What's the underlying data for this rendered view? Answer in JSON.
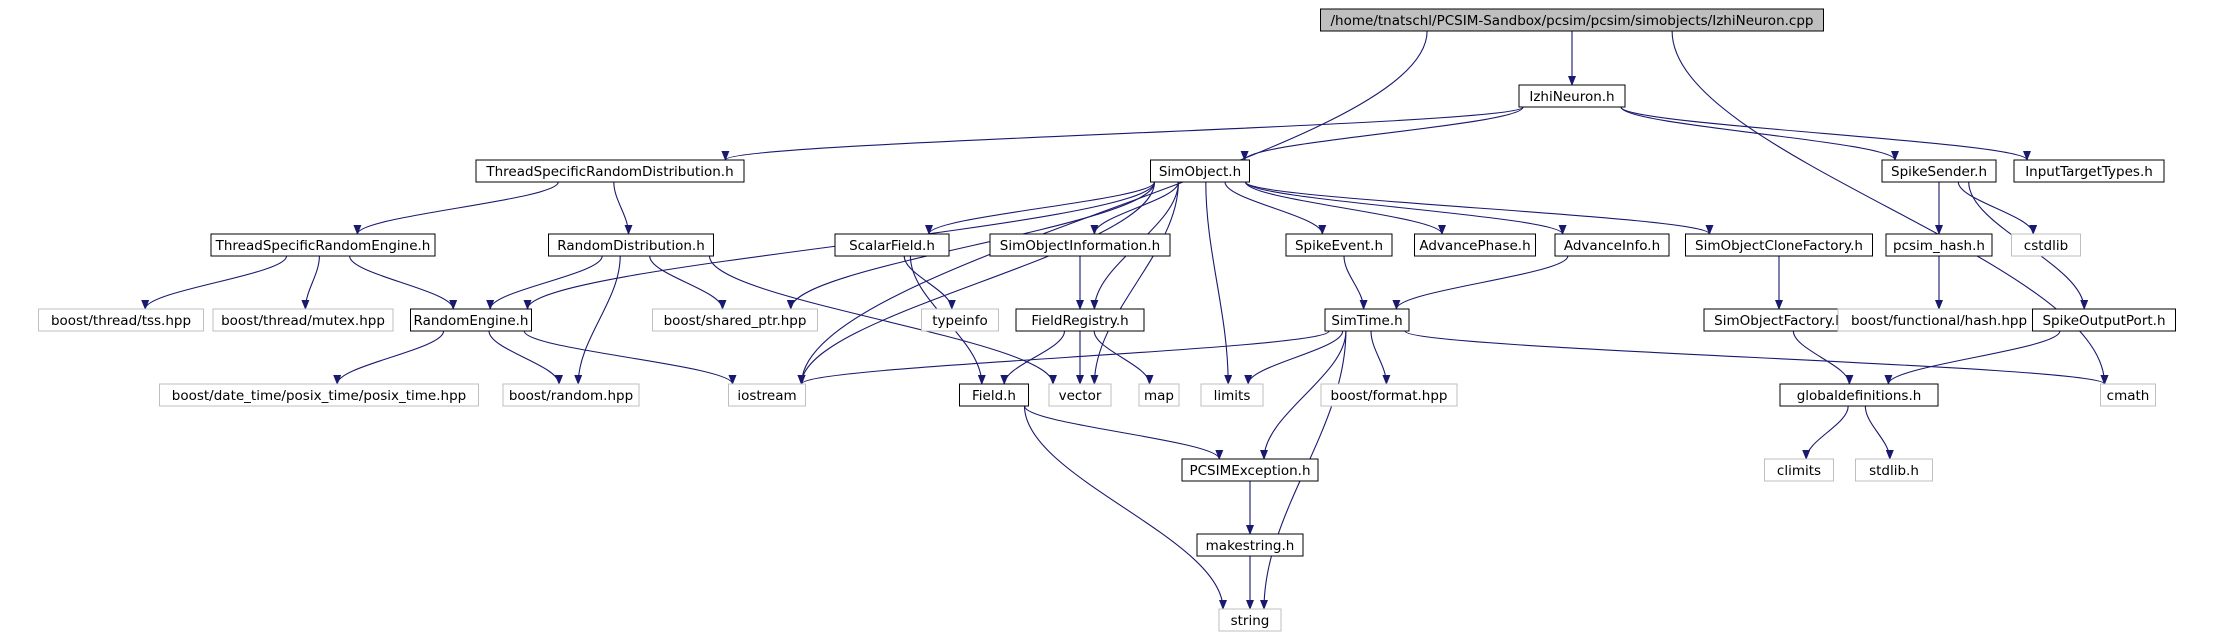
{
  "graph": {
    "colors": {
      "edge": "#191970",
      "box_border": "#000000",
      "external_border": "#bfbfbf",
      "root_fill": "#bfbfbf",
      "text": "#000000"
    },
    "nodes": [
      {
        "id": "root",
        "label": "/home/tnatschl/PCSIM-Sandbox/pcsim/pcsim/simobjects/IzhiNeuron.cpp",
        "kind": "root"
      },
      {
        "id": "izhineuron_h",
        "label": "IzhiNeuron.h",
        "kind": "header"
      },
      {
        "id": "threadspecificrandomdistribution_h",
        "label": "ThreadSpecificRandomDistribution.h",
        "kind": "header"
      },
      {
        "id": "simobject_h",
        "label": "SimObject.h",
        "kind": "header"
      },
      {
        "id": "spikesender_h",
        "label": "SpikeSender.h",
        "kind": "header"
      },
      {
        "id": "inputtargettypes_h",
        "label": "InputTargetTypes.h",
        "kind": "header"
      },
      {
        "id": "threadspecificrandomengine_h",
        "label": "ThreadSpecificRandomEngine.h",
        "kind": "header"
      },
      {
        "id": "randomdistribution_h",
        "label": "RandomDistribution.h",
        "kind": "header"
      },
      {
        "id": "scalarfield_h",
        "label": "ScalarField.h",
        "kind": "header"
      },
      {
        "id": "simobjectinformation_h",
        "label": "SimObjectInformation.h",
        "kind": "header"
      },
      {
        "id": "spikeevent_h",
        "label": "SpikeEvent.h",
        "kind": "header"
      },
      {
        "id": "advancephase_h",
        "label": "AdvancePhase.h",
        "kind": "header"
      },
      {
        "id": "advanceinfo_h",
        "label": "AdvanceInfo.h",
        "kind": "header"
      },
      {
        "id": "simobjectclonefactory_h",
        "label": "SimObjectCloneFactory.h",
        "kind": "header"
      },
      {
        "id": "pcsim_hash_h",
        "label": "pcsim_hash.h",
        "kind": "header"
      },
      {
        "id": "cstdlib",
        "label": "cstdlib",
        "kind": "external"
      },
      {
        "id": "boost_thread_tss_hpp",
        "label": "boost/thread/tss.hpp",
        "kind": "external"
      },
      {
        "id": "boost_thread_mutex_hpp",
        "label": "boost/thread/mutex.hpp",
        "kind": "external"
      },
      {
        "id": "randomengine_h",
        "label": "RandomEngine.h",
        "kind": "header"
      },
      {
        "id": "boost_shared_ptr_hpp",
        "label": "boost/shared_ptr.hpp",
        "kind": "external"
      },
      {
        "id": "typeinfo",
        "label": "typeinfo",
        "kind": "external"
      },
      {
        "id": "fieldregistry_h",
        "label": "FieldRegistry.h",
        "kind": "header"
      },
      {
        "id": "simtime_h",
        "label": "SimTime.h",
        "kind": "header"
      },
      {
        "id": "simobjectfactory_h",
        "label": "SimObjectFactory.h",
        "kind": "header"
      },
      {
        "id": "boost_functional_hash_hpp",
        "label": "boost/functional/hash.hpp",
        "kind": "external"
      },
      {
        "id": "spikeoutputport_h",
        "label": "SpikeOutputPort.h",
        "kind": "header"
      },
      {
        "id": "boost_date_time_hpp",
        "label": "boost/date_time/posix_time/posix_time.hpp",
        "kind": "external"
      },
      {
        "id": "boost_random_hpp",
        "label": "boost/random.hpp",
        "kind": "external"
      },
      {
        "id": "iostream",
        "label": "iostream",
        "kind": "external"
      },
      {
        "id": "field_h",
        "label": "Field.h",
        "kind": "header"
      },
      {
        "id": "vector",
        "label": "vector",
        "kind": "external"
      },
      {
        "id": "map",
        "label": "map",
        "kind": "external"
      },
      {
        "id": "limits",
        "label": "limits",
        "kind": "external"
      },
      {
        "id": "boost_format_hpp",
        "label": "boost/format.hpp",
        "kind": "external"
      },
      {
        "id": "globaldefinitions_h",
        "label": "globaldefinitions.h",
        "kind": "header"
      },
      {
        "id": "cmath",
        "label": "cmath",
        "kind": "external"
      },
      {
        "id": "pcsimexception_h",
        "label": "PCSIMException.h",
        "kind": "header"
      },
      {
        "id": "climits",
        "label": "climits",
        "kind": "external"
      },
      {
        "id": "stdlib_h",
        "label": "stdlib.h",
        "kind": "external"
      },
      {
        "id": "makestring_h",
        "label": "makestring.h",
        "kind": "header"
      },
      {
        "id": "string",
        "label": "string",
        "kind": "external"
      }
    ],
    "edges": [
      {
        "from": "root",
        "to": "izhineuron_h"
      },
      {
        "from": "root",
        "to": "iostream"
      },
      {
        "from": "root",
        "to": "cmath"
      },
      {
        "from": "izhineuron_h",
        "to": "threadspecificrandomdistribution_h"
      },
      {
        "from": "izhineuron_h",
        "to": "simobject_h"
      },
      {
        "from": "izhineuron_h",
        "to": "spikesender_h"
      },
      {
        "from": "izhineuron_h",
        "to": "inputtargettypes_h"
      },
      {
        "from": "threadspecificrandomdistribution_h",
        "to": "threadspecificrandomengine_h"
      },
      {
        "from": "threadspecificrandomdistribution_h",
        "to": "randomdistribution_h"
      },
      {
        "from": "threadspecificrandomengine_h",
        "to": "boost_thread_tss_hpp"
      },
      {
        "from": "threadspecificrandomengine_h",
        "to": "boost_thread_mutex_hpp"
      },
      {
        "from": "threadspecificrandomengine_h",
        "to": "randomengine_h"
      },
      {
        "from": "randomdistribution_h",
        "to": "randomengine_h"
      },
      {
        "from": "randomdistribution_h",
        "to": "boost_shared_ptr_hpp"
      },
      {
        "from": "randomdistribution_h",
        "to": "boost_random_hpp"
      },
      {
        "from": "randomdistribution_h",
        "to": "vector"
      },
      {
        "from": "randomengine_h",
        "to": "boost_date_time_hpp"
      },
      {
        "from": "randomengine_h",
        "to": "boost_random_hpp"
      },
      {
        "from": "randomengine_h",
        "to": "iostream"
      },
      {
        "from": "simobject_h",
        "to": "randomengine_h"
      },
      {
        "from": "simobject_h",
        "to": "boost_shared_ptr_hpp"
      },
      {
        "from": "simobject_h",
        "to": "iostream"
      },
      {
        "from": "simobject_h",
        "to": "scalarfield_h"
      },
      {
        "from": "simobject_h",
        "to": "simobjectinformation_h"
      },
      {
        "from": "simobject_h",
        "to": "fieldregistry_h"
      },
      {
        "from": "simobject_h",
        "to": "vector"
      },
      {
        "from": "simobject_h",
        "to": "limits"
      },
      {
        "from": "simobject_h",
        "to": "spikeevent_h"
      },
      {
        "from": "simobject_h",
        "to": "advancephase_h"
      },
      {
        "from": "simobject_h",
        "to": "advanceinfo_h"
      },
      {
        "from": "simobject_h",
        "to": "simobjectclonefactory_h"
      },
      {
        "from": "scalarfield_h",
        "to": "typeinfo"
      },
      {
        "from": "scalarfield_h",
        "to": "field_h"
      },
      {
        "from": "simobjectinformation_h",
        "to": "fieldregistry_h"
      },
      {
        "from": "fieldregistry_h",
        "to": "field_h"
      },
      {
        "from": "fieldregistry_h",
        "to": "vector"
      },
      {
        "from": "fieldregistry_h",
        "to": "map"
      },
      {
        "from": "spikeevent_h",
        "to": "simtime_h"
      },
      {
        "from": "advanceinfo_h",
        "to": "simtime_h"
      },
      {
        "from": "simtime_h",
        "to": "iostream"
      },
      {
        "from": "simtime_h",
        "to": "limits"
      },
      {
        "from": "simtime_h",
        "to": "boost_format_hpp"
      },
      {
        "from": "simtime_h",
        "to": "pcsimexception_h"
      },
      {
        "from": "simtime_h",
        "to": "string"
      },
      {
        "from": "simtime_h",
        "to": "cmath"
      },
      {
        "from": "field_h",
        "to": "pcsimexception_h"
      },
      {
        "from": "field_h",
        "to": "string"
      },
      {
        "from": "pcsimexception_h",
        "to": "makestring_h"
      },
      {
        "from": "makestring_h",
        "to": "string"
      },
      {
        "from": "simobjectclonefactory_h",
        "to": "simobjectfactory_h"
      },
      {
        "from": "simobjectfactory_h",
        "to": "globaldefinitions_h"
      },
      {
        "from": "spikesender_h",
        "to": "pcsim_hash_h"
      },
      {
        "from": "spikesender_h",
        "to": "cstdlib"
      },
      {
        "from": "spikesender_h",
        "to": "spikeoutputport_h"
      },
      {
        "from": "pcsim_hash_h",
        "to": "boost_functional_hash_hpp"
      },
      {
        "from": "spikeoutputport_h",
        "to": "globaldefinitions_h"
      },
      {
        "from": "globaldefinitions_h",
        "to": "climits"
      },
      {
        "from": "globaldefinitions_h",
        "to": "stdlib_h"
      }
    ]
  }
}
